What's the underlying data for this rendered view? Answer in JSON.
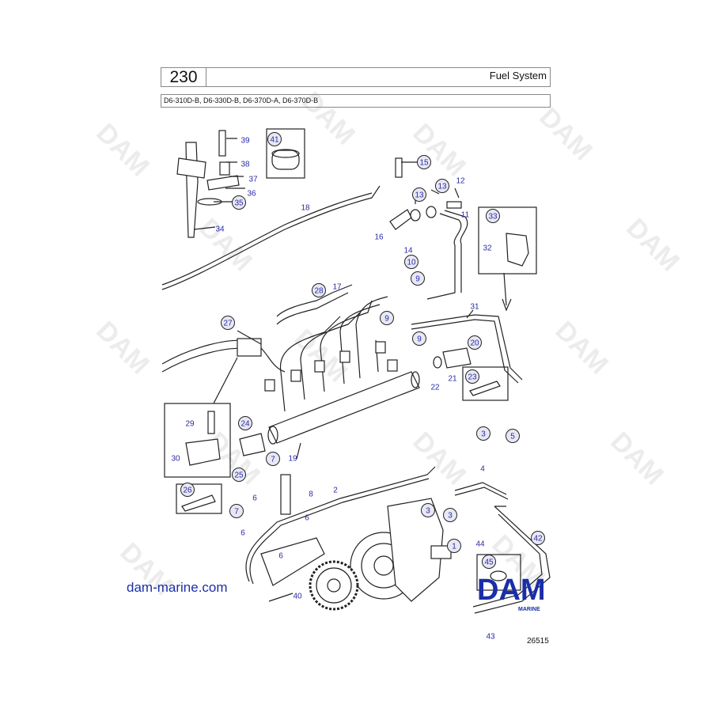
{
  "header": {
    "page_number": "230",
    "title": "Fuel System",
    "models": "D6-310D-B, D6-330D-B, D6-370D-A, D6-370D-B"
  },
  "website": "dam-marine.com",
  "figure_number": "26515",
  "logo": {
    "main": "DAM",
    "sub": "MARINE"
  },
  "watermark": "DAM",
  "callouts_circled": [
    "1",
    "3",
    "3",
    "3",
    "5",
    "7",
    "7",
    "9",
    "9",
    "9",
    "10",
    "13",
    "13",
    "15",
    "20",
    "23",
    "24",
    "25",
    "26",
    "27",
    "28",
    "33",
    "35",
    "41",
    "42",
    "45"
  ],
  "callouts_plain": [
    "2",
    "4",
    "6",
    "6",
    "6",
    "6",
    "8",
    "11",
    "12",
    "14",
    "16",
    "17",
    "18",
    "19",
    "21",
    "22",
    "29",
    "30",
    "31",
    "32",
    "34",
    "36",
    "37",
    "38",
    "39",
    "40",
    "43",
    "44"
  ],
  "colors": {
    "callout": "#2a2aa8",
    "logo": "#1a2ea8",
    "line": "#222222"
  }
}
